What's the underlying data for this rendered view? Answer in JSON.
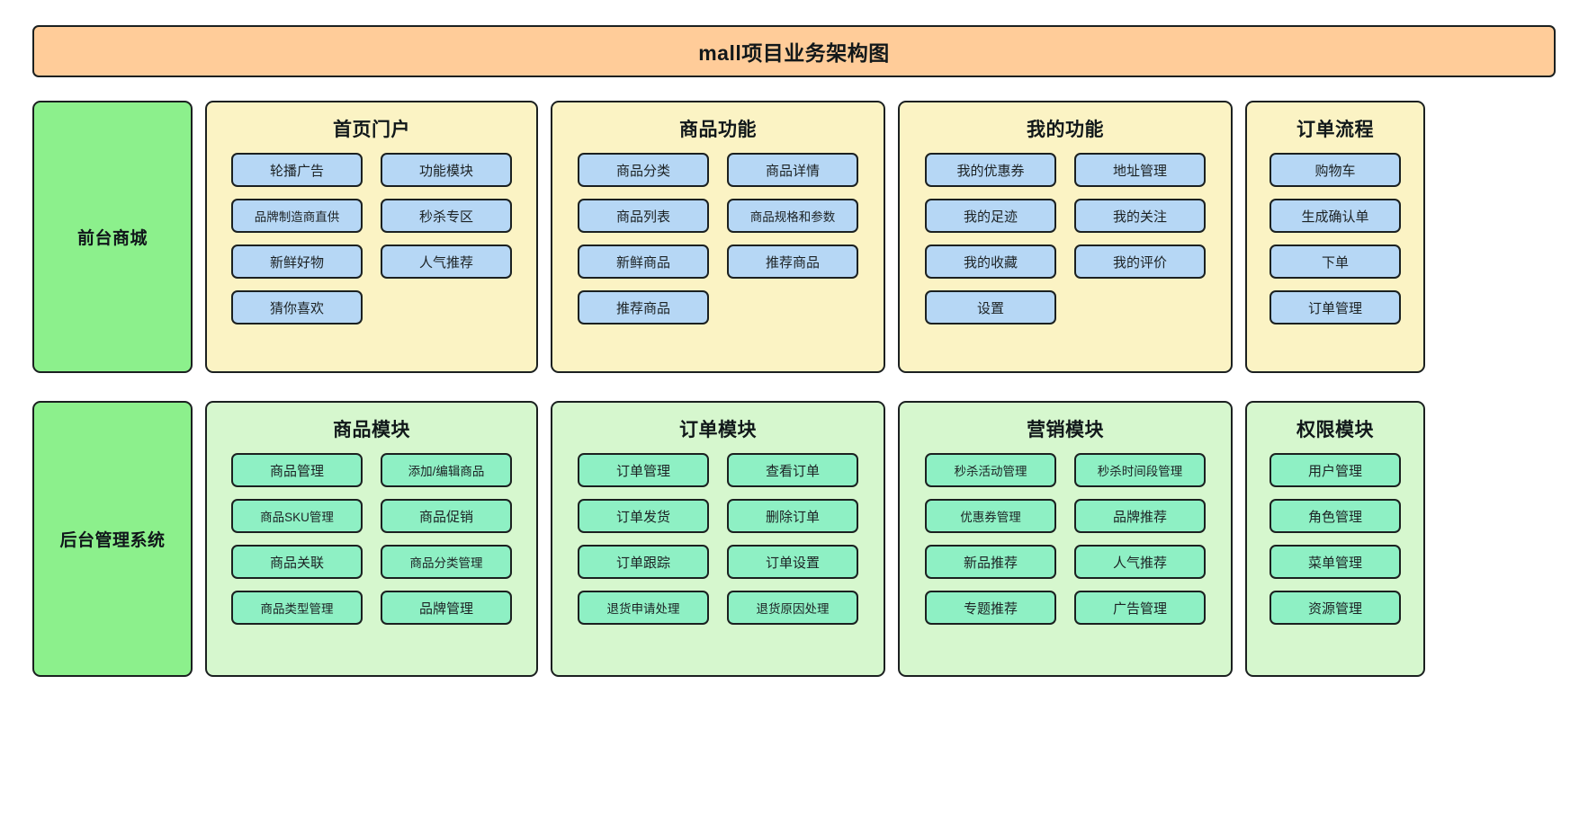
{
  "title": "mall项目业务架构图",
  "palette": {
    "title_bg": "#ffcc99",
    "side_bg": "#8cf08c",
    "frontend_group_bg": "#fbf3c4",
    "frontend_node_bg": "#b6d7f5",
    "backend_group_bg": "#d6f7ce",
    "backend_node_bg": "#8ef0c4",
    "stroke": "#1b2020"
  },
  "rows": [
    {
      "side_label": "前台商城",
      "groups": [
        {
          "title": "首页门户",
          "nodes": [
            "轮播广告",
            "功能模块",
            "品牌制造商直供",
            "秒杀专区",
            "新鲜好物",
            "人气推荐",
            "猜你喜欢"
          ]
        },
        {
          "title": "商品功能",
          "nodes": [
            "商品分类",
            "商品详情",
            "商品列表",
            "商品规格和参数",
            "新鲜商品",
            "推荐商品",
            "推荐商品"
          ]
        },
        {
          "title": "我的功能",
          "nodes": [
            "我的优惠券",
            "地址管理",
            "我的足迹",
            "我的关注",
            "我的收藏",
            "我的评价",
            "设置"
          ]
        },
        {
          "title": "订单流程",
          "nodes": [
            "购物车",
            "生成确认单",
            "下单",
            "订单管理"
          ]
        }
      ]
    },
    {
      "side_label": "后台管理系统",
      "groups": [
        {
          "title": "商品模块",
          "nodes": [
            "商品管理",
            "添加/编辑商品",
            "商品SKU管理",
            "商品促销",
            "商品关联",
            "商品分类管理",
            "商品类型管理",
            "品牌管理"
          ]
        },
        {
          "title": "订单模块",
          "nodes": [
            "订单管理",
            "查看订单",
            "订单发货",
            "删除订单",
            "订单跟踪",
            "订单设置",
            "退货申请处理",
            "退货原因处理"
          ]
        },
        {
          "title": "营销模块",
          "nodes": [
            "秒杀活动管理",
            "秒杀时间段管理",
            "优惠券管理",
            "品牌推荐",
            "新品推荐",
            "人气推荐",
            "专题推荐",
            "广告管理"
          ]
        },
        {
          "title": "权限模块",
          "nodes": [
            "用户管理",
            "角色管理",
            "菜单管理",
            "资源管理"
          ]
        }
      ]
    }
  ]
}
